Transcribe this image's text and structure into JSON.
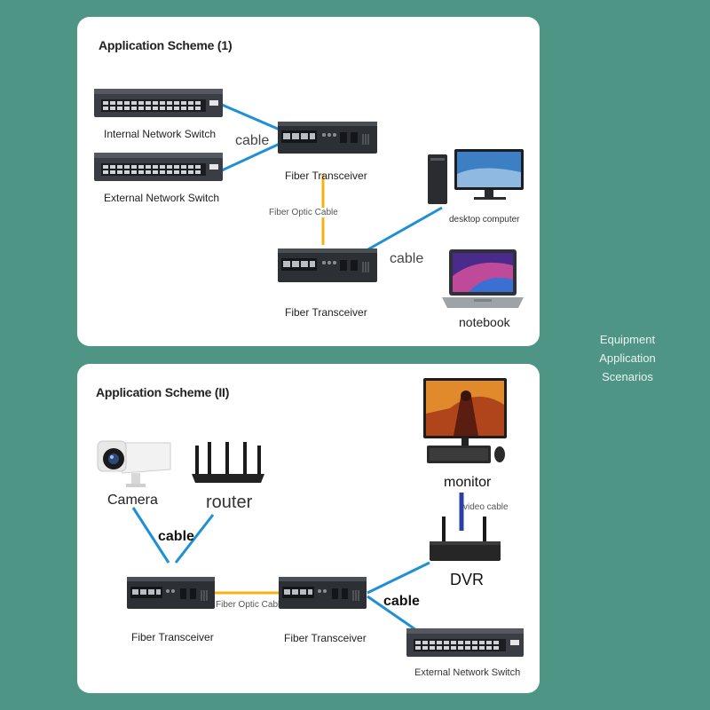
{
  "side_caption": {
    "line1": "Equipment",
    "line2": "Application",
    "line3": "Scenarios"
  },
  "scheme1": {
    "title": "Application Scheme (1)",
    "internal_switch": "Internal Network Switch",
    "external_switch": "External Network Switch",
    "cable_1": "cable",
    "transceiver_top": "Fiber Transceiver",
    "fiber_cable": "Fiber Optic Cable",
    "transceiver_bottom": "Fiber Transceiver",
    "cable_2": "cable",
    "desktop": "desktop computer",
    "notebook": "notebook"
  },
  "scheme2": {
    "title": "Application Scheme (II)",
    "camera": "Camera",
    "router": "router",
    "cable_1": "cable",
    "transceiver_left": "Fiber Transceiver",
    "fiber_cable": "Fiber Optic Cable",
    "transceiver_right": "Fiber Transceiver",
    "cable_2": "cable",
    "monitor": "monitor",
    "video_cable": "video cable",
    "dvr": "DVR",
    "external_switch": "External Network Switch"
  },
  "colors": {
    "background": "#4f9585",
    "cable": "#1f8fd6",
    "fiber": "#f3b316"
  }
}
